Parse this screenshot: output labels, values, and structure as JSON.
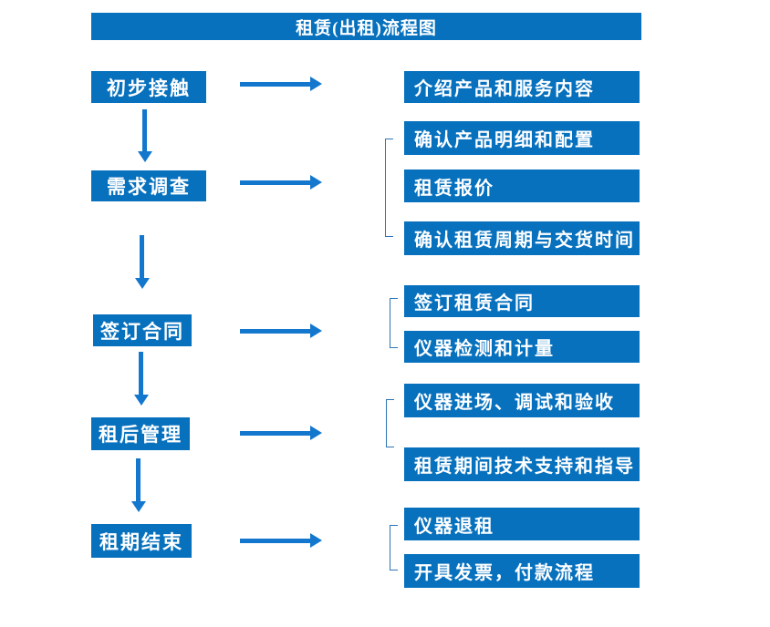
{
  "title": "租赁(出租)流程图",
  "colors": {
    "box-blue": "#0771be",
    "arrow-blue": "#1377cd",
    "bracket-blue": "#2e75b6",
    "canvas-bg": "#ffffff",
    "text-white": "#ffffff"
  },
  "stages": [
    {
      "label": "初步接触",
      "details": [
        "介绍产品和服务内容"
      ]
    },
    {
      "label": "需求调查",
      "details": [
        "确认产品明细和配置",
        "租赁报价",
        "确认租赁周期与交货时间"
      ]
    },
    {
      "label": "签订合同",
      "details": [
        "签订租赁合同",
        "仪器检测和计量"
      ]
    },
    {
      "label": "租后管理",
      "details": [
        "仪器进场、调试和验收",
        "租赁期间技术支持和指导"
      ]
    },
    {
      "label": "租期结束",
      "details": [
        "仪器退租",
        "开具发票，付款流程"
      ]
    }
  ]
}
